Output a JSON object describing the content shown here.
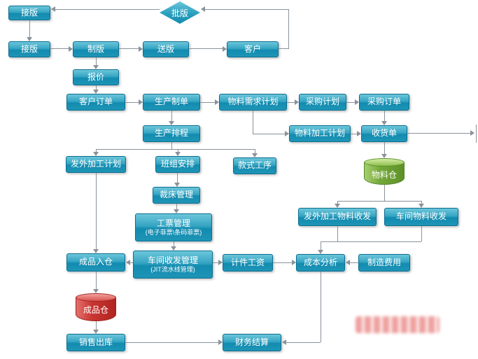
{
  "diagram": {
    "nodes": {
      "jieban_top": {
        "label": "接版"
      },
      "piban": {
        "label": "批版"
      },
      "jieban": {
        "label": "接版"
      },
      "zhiban": {
        "label": "制版"
      },
      "songban": {
        "label": "送版"
      },
      "kehu": {
        "label": "客户"
      },
      "baojia": {
        "label": "报价"
      },
      "kehu_dingdan": {
        "label": "客户订单"
      },
      "shengchan_zhidan": {
        "label": "生产制单"
      },
      "wuliao_xuqiu": {
        "label": "物料需求计划"
      },
      "caigou_jihua": {
        "label": "采购计划"
      },
      "caigou_dingdan": {
        "label": "采购订单"
      },
      "shengchan_paicheng": {
        "label": "生产排程"
      },
      "wuliao_jiagong": {
        "label": "物料加工计划"
      },
      "shouhuodan": {
        "label": "收货单"
      },
      "fawai_jihua": {
        "label": "发外加工计划"
      },
      "banzu_anpai": {
        "label": "班组安排"
      },
      "kuanshi_gongxu": {
        "label": "款式工序"
      },
      "wuliaocang": {
        "label": "物料仓"
      },
      "caichuang": {
        "label": "裁床管理"
      },
      "gongpiao": {
        "label": "工票管理",
        "sublabel": "(电子菲票\\条码菲票)"
      },
      "fawai_shoufa": {
        "label": "发外加工物料收发"
      },
      "chejian_shoufa_wl": {
        "label": "车间物料收发"
      },
      "chengpin_rucang": {
        "label": "成品入仓"
      },
      "chejian_guanli": {
        "label": "车间收发管理",
        "sublabel": "(JIT流水线管理)"
      },
      "jijian_gongzi": {
        "label": "计件工资"
      },
      "chengben_fenxi": {
        "label": "成本分析"
      },
      "zhizao_feiyong": {
        "label": "制造费用"
      },
      "chengpincang": {
        "label": "成品仓"
      },
      "xiaoshou_chuku": {
        "label": "销售出库"
      },
      "caiwu_jiesuan": {
        "label": "财务结算"
      }
    },
    "colors": {
      "node_fill": "#1e95b6",
      "node_border": "#0c6f92",
      "material_store": "#74a83a",
      "product_store": "#c93632",
      "connector": "#8a929a",
      "watermark": "#d82824"
    },
    "edges": [
      "piban->jieban_top",
      "jieban_top->jieban",
      "jieban->zhiban",
      "zhiban->songban",
      "songban->kehu",
      "kehu->piban",
      "zhiban->baojia",
      "baojia->kehu_dingdan",
      "kehu_dingdan->shengchan_zhidan",
      "shengchan_zhidan->wuliao_xuqiu",
      "wuliao_xuqiu->caigou_jihua",
      "caigou_jihua->caigou_dingdan",
      "caigou_dingdan->shouhuodan",
      "wuliao_xuqiu->wuliao_jiagong",
      "wuliao_jiagong->shouhuodan",
      "shouhuodan->wuliaocang",
      "shengchan_zhidan->shengchan_paicheng",
      "shengchan_paicheng->fawai_jihua",
      "shengchan_paicheng->banzu_anpai",
      "shengchan_paicheng->kuanshi_gongxu",
      "banzu_anpai->caichuang",
      "caichuang->gongpiao",
      "gongpiao->chejian_guanli",
      "chejian_guanli->chengpin_rucang",
      "chejian_guanli->jijian_gongzi",
      "jijian_gongzi->chengben_fenxi",
      "zhizao_feiyong->chengben_fenxi",
      "fawai_jihua->chengpin_rucang",
      "wuliaocang->fawai_shoufa",
      "wuliaocang->chejian_shoufa_wl",
      "fawai_shoufa->chengben_fenxi",
      "chejian_shoufa_wl->chengben_fenxi",
      "chengben_fenxi->caiwu_jiesuan",
      "chengpin_rucang->chengpincang",
      "chengpincang->xiaoshou_chuku",
      "xiaoshou_chuku->caiwu_jiesuan"
    ]
  }
}
